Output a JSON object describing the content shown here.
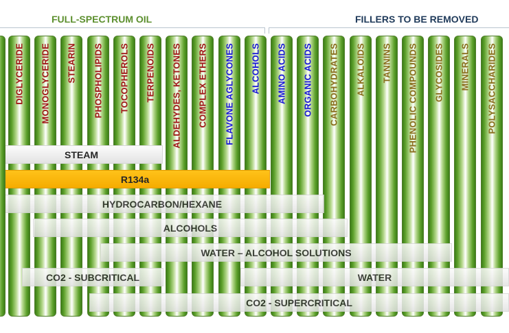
{
  "headers": {
    "left": "FULL-SPECTRUM OIL",
    "right": "FILLERS TO BE REMOVED",
    "left_color": "#5c8f2e",
    "right_color": "#1f3a5a"
  },
  "columns": [
    {
      "label": "DIGLYCERIDE",
      "color": "#a01818"
    },
    {
      "label": "MONOGLYCERIDE",
      "color": "#a01818"
    },
    {
      "label": "STEARIN",
      "color": "#a01818"
    },
    {
      "label": "PHOSPHOLIPIDS",
      "color": "#a01818"
    },
    {
      "label": "TOCOPHEROLS",
      "color": "#a01818"
    },
    {
      "label": "TERPENOIDS",
      "color": "#a01818"
    },
    {
      "label": "ALDEHYDES, KETONES",
      "color": "#a01818"
    },
    {
      "label": "COMPLEX ETHERS",
      "color": "#a01818"
    },
    {
      "label": "FLAVONE AGLYCONES",
      "color": "#1a1ad6"
    },
    {
      "label": "ALCOHOLS",
      "color": "#1a1ad6"
    },
    {
      "label": "AMINO ACIDS",
      "color": "#1a1ad6"
    },
    {
      "label": "ORGANIC ACIDS",
      "color": "#1a1ad6"
    },
    {
      "label": "CARBOHYDRATES",
      "color": "#8a6e1e"
    },
    {
      "label": "ALKALOIDS",
      "color": "#8a6e1e"
    },
    {
      "label": "TANNINS",
      "color": "#8a6e1e"
    },
    {
      "label": "PHENOLIC COMPOUNDS",
      "color": "#8a6e1e"
    },
    {
      "label": "GLYCOSIDES",
      "color": "#8a6e1e"
    },
    {
      "label": "MINERALS",
      "color": "#8a6e1e"
    },
    {
      "label": "POLYSACCHARIDES",
      "color": "#8a6e1e"
    }
  ],
  "solvents": [
    {
      "label": "STEAM",
      "highlight": false
    },
    {
      "label": "R134a",
      "highlight": true,
      "color": "#f5ac00"
    },
    {
      "label": "HYDROCARBON/HEXANE",
      "highlight": false
    },
    {
      "label": "ALCOHOLS",
      "highlight": false
    },
    {
      "label": "WATER – ALCOHOL SOLUTIONS",
      "highlight": false
    },
    {
      "label": "CO2 - SUBCRITICAL",
      "highlight": false
    },
    {
      "label": "WATER",
      "highlight": false
    },
    {
      "label": "CO2 - SUPERCRITICAL",
      "highlight": false
    }
  ]
}
